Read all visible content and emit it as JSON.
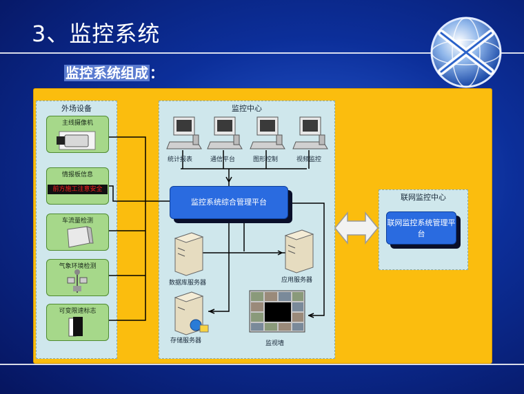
{
  "slide": {
    "title": "3、监控系统",
    "subtitle_highlight": "监控系统组成",
    "subtitle_tail": "："
  },
  "zones": {
    "field": "外场设备",
    "center": "监控中心",
    "network": "联网监控中心"
  },
  "field_devices": [
    {
      "label": "主线摄像机",
      "icon": "camera-icon"
    },
    {
      "label": "情报板信息",
      "icon": "message-board-icon",
      "board_text": "前方施工注意安全"
    },
    {
      "label": "车流量检测",
      "icon": "traffic-detector-icon"
    },
    {
      "label": "气象环境检测",
      "icon": "weather-station-icon"
    },
    {
      "label": "可变限速标志",
      "icon": "speed-sign-icon"
    }
  ],
  "workstations": [
    "统计报表",
    "通信平台",
    "图形控制",
    "视频监控"
  ],
  "platform": "监控系统综合管理平台",
  "servers": {
    "db": "数据库服务器",
    "app": "应用服务器",
    "storage": "存储服务器",
    "wall": "监视墙"
  },
  "network_platform": "联网监控系统管理平台",
  "colors": {
    "background": "#0c2f9a",
    "panel": "#fbbd0e",
    "zone": "#cfe7ec",
    "device": "#a6d88a",
    "platform": "#2a6be0"
  }
}
